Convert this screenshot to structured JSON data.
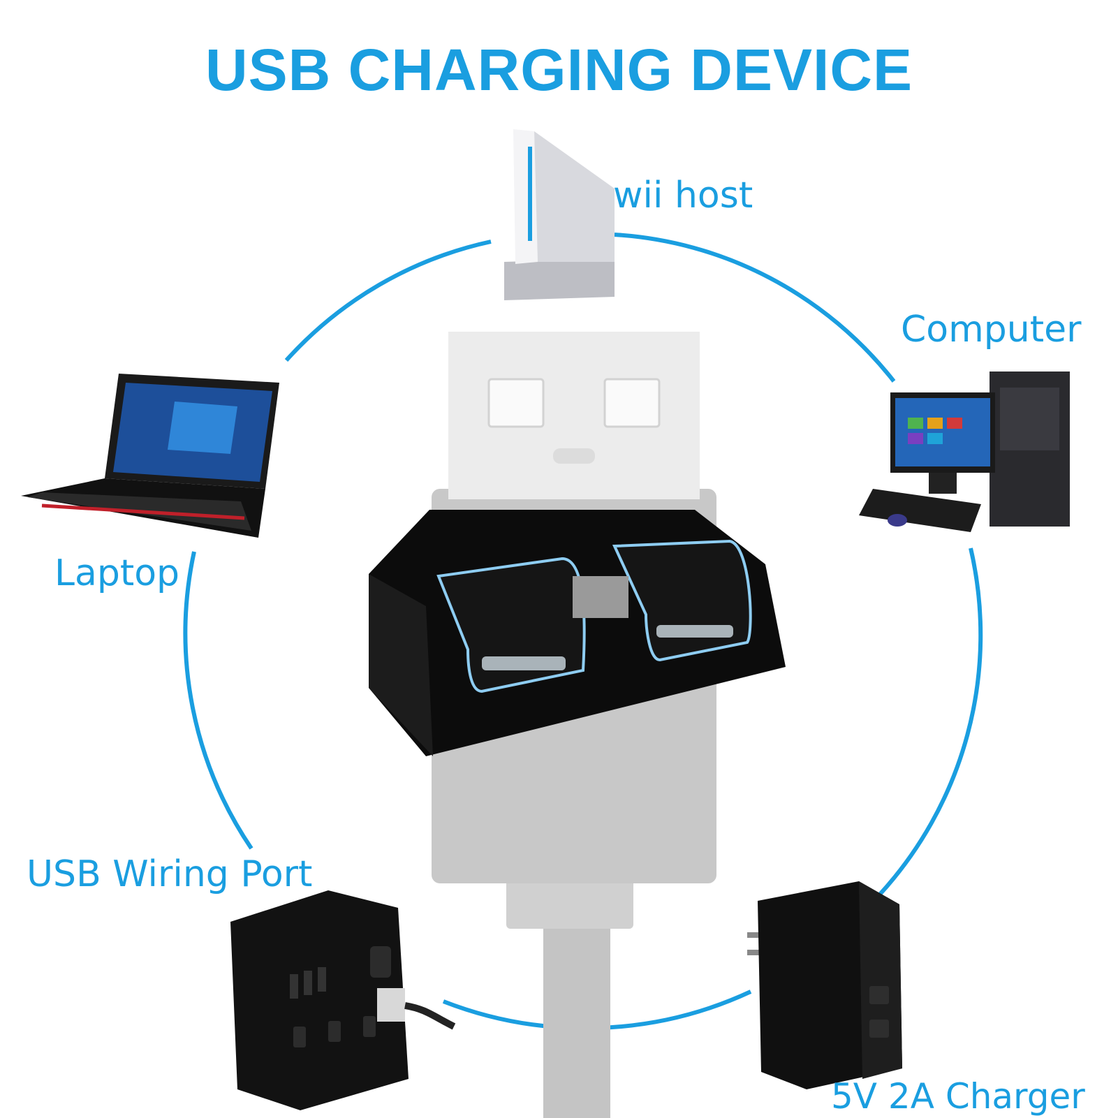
{
  "title": "USB CHARGING DEVICE",
  "labels": {
    "wii_host": "wii host",
    "computer": "Computer",
    "laptop": "Laptop",
    "usb_wiring_port": "USB Wiring Port",
    "charger": "5V 2A Charger"
  },
  "colors": {
    "accent": "#1a9ee0",
    "device_black": "#0d0d0d",
    "usb_gray": "#c8c8c8",
    "console_white": "#e8e8ec"
  }
}
